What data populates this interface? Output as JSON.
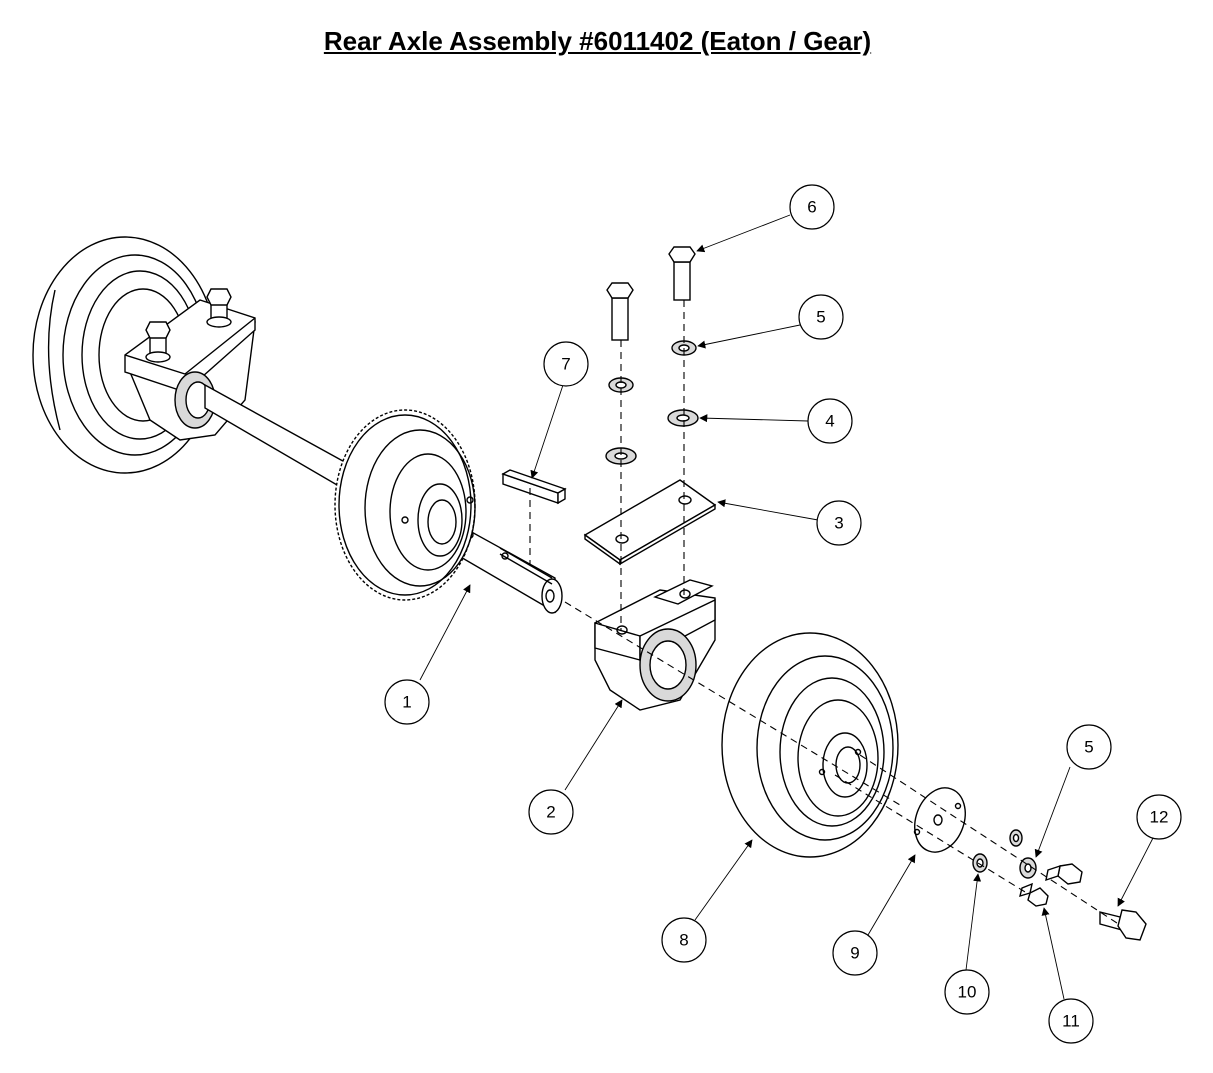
{
  "title": "Rear Axle Assembly #6011402 (Eaton / Gear)",
  "callouts": [
    {
      "id": "c1",
      "label": "1"
    },
    {
      "id": "c2",
      "label": "2"
    },
    {
      "id": "c3",
      "label": "3"
    },
    {
      "id": "c4",
      "label": "4"
    },
    {
      "id": "c5a",
      "label": "5"
    },
    {
      "id": "c5b",
      "label": "5"
    },
    {
      "id": "c6",
      "label": "6"
    },
    {
      "id": "c7",
      "label": "7"
    },
    {
      "id": "c8",
      "label": "8"
    },
    {
      "id": "c9",
      "label": "9"
    },
    {
      "id": "c10",
      "label": "10"
    },
    {
      "id": "c11",
      "label": "11"
    },
    {
      "id": "c12",
      "label": "12"
    }
  ]
}
